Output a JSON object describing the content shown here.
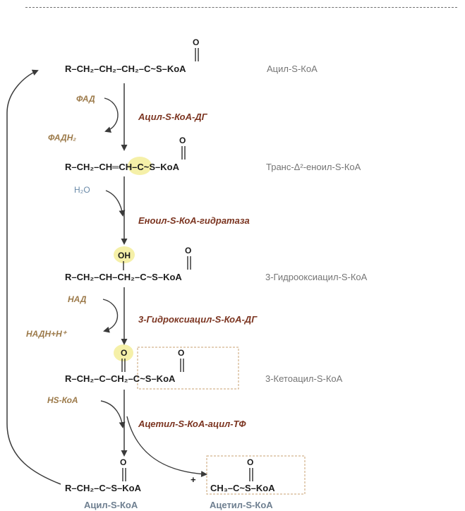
{
  "compounds": {
    "acyl_coa_top": {
      "formula": "R–CH₂–CH₂–CH₂–C~S–KoA",
      "name": "Ацил-S-КоА"
    },
    "trans_enoyl": {
      "formula": "R–CH₂–CH═CH–C~S–KoA",
      "name": "Транс-Δ²-еноил-S-КоА"
    },
    "hydroxyacyl": {
      "formula": "R–CH₂–CH–CH₂–C~S–KoA",
      "hydroxyl": "OH",
      "name": "3-Гидрооксиацил-S-КоА"
    },
    "ketoacyl": {
      "formula": "R–CH₂–C–CH₂–C~S–KoA",
      "name": "3-Кетоацил-S-КоА"
    },
    "acyl_coa_bottom": {
      "formula": "R–CH₂–C~S–KoA",
      "name": "Ацил-S-КоА"
    },
    "acetyl_coa": {
      "formula": "CH₃–C~S–KoA",
      "name": "Ацетил-S-КоА"
    },
    "oxygen": "O",
    "plus": "+"
  },
  "enzymes": {
    "step1": "Ацил-S-КоА-ДГ",
    "step2": "Еноил-S-КоА-гидратаза",
    "step3": "3-Гидроксиацил-S-КоА-ДГ",
    "step4": "Ацетил-S-КоА-ацил-ТФ"
  },
  "cofactors": {
    "fad": "ФАД",
    "fadh2": "ФАДН₂",
    "water": "H₂O",
    "nad": "НАД",
    "nadh": "НАДН+Н⁺",
    "hskoa": "HS-КоА"
  },
  "colors": {
    "enzyme": "#7b3420",
    "cofactor": "#9c7a4a",
    "highlight": "#f5f0a8",
    "arrow": "#3a3a3a"
  }
}
